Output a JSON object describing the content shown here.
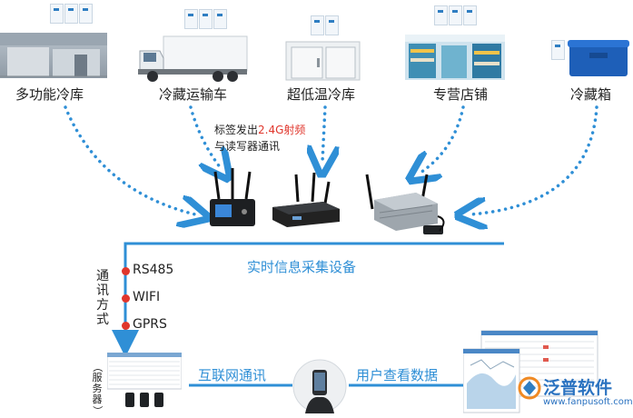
{
  "locations": [
    {
      "label": "多功能冷库"
    },
    {
      "label": "冷藏运输车"
    },
    {
      "label": "超低温冷库"
    },
    {
      "label": "专营店铺"
    },
    {
      "label": "冷藏箱"
    }
  ],
  "antenna_note": {
    "line1_prefix": "标签发出",
    "line1_highlight": "2.4G射频",
    "line2": "与读写器通讯"
  },
  "devices_caption": "实时信息采集设备",
  "comm": {
    "label": [
      "通",
      "讯",
      "方",
      "式"
    ],
    "methods": [
      "RS485",
      "WIFI",
      "GPRS"
    ]
  },
  "server_label": [
    "（",
    "服",
    "务",
    "器",
    "）"
  ],
  "internet_label": "互联网通讯",
  "user_label": "用户查看数据",
  "brand": {
    "name": "泛普软件",
    "url": "www.fanpusoft.com"
  },
  "colors": {
    "accent": "#2f8fd6",
    "highlight": "#e0362c"
  }
}
